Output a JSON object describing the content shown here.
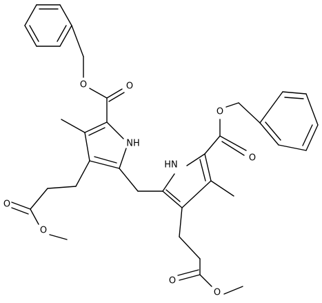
{
  "diagram": {
    "kind": "chemical-structure",
    "atoms": {
      "nh_left": "NH",
      "hn_right": "HN",
      "o_left_ester_single": "O",
      "o_left_ester_double": "O",
      "o_right_ester_single": "O",
      "o_right_ester_double": "O",
      "o_left_chain_double": "O",
      "o_left_chain_single": "O",
      "o_right_chain_double": "O",
      "o_right_chain_single": "O"
    },
    "colors": {
      "bond": "#000000",
      "background": "#ffffff"
    }
  }
}
